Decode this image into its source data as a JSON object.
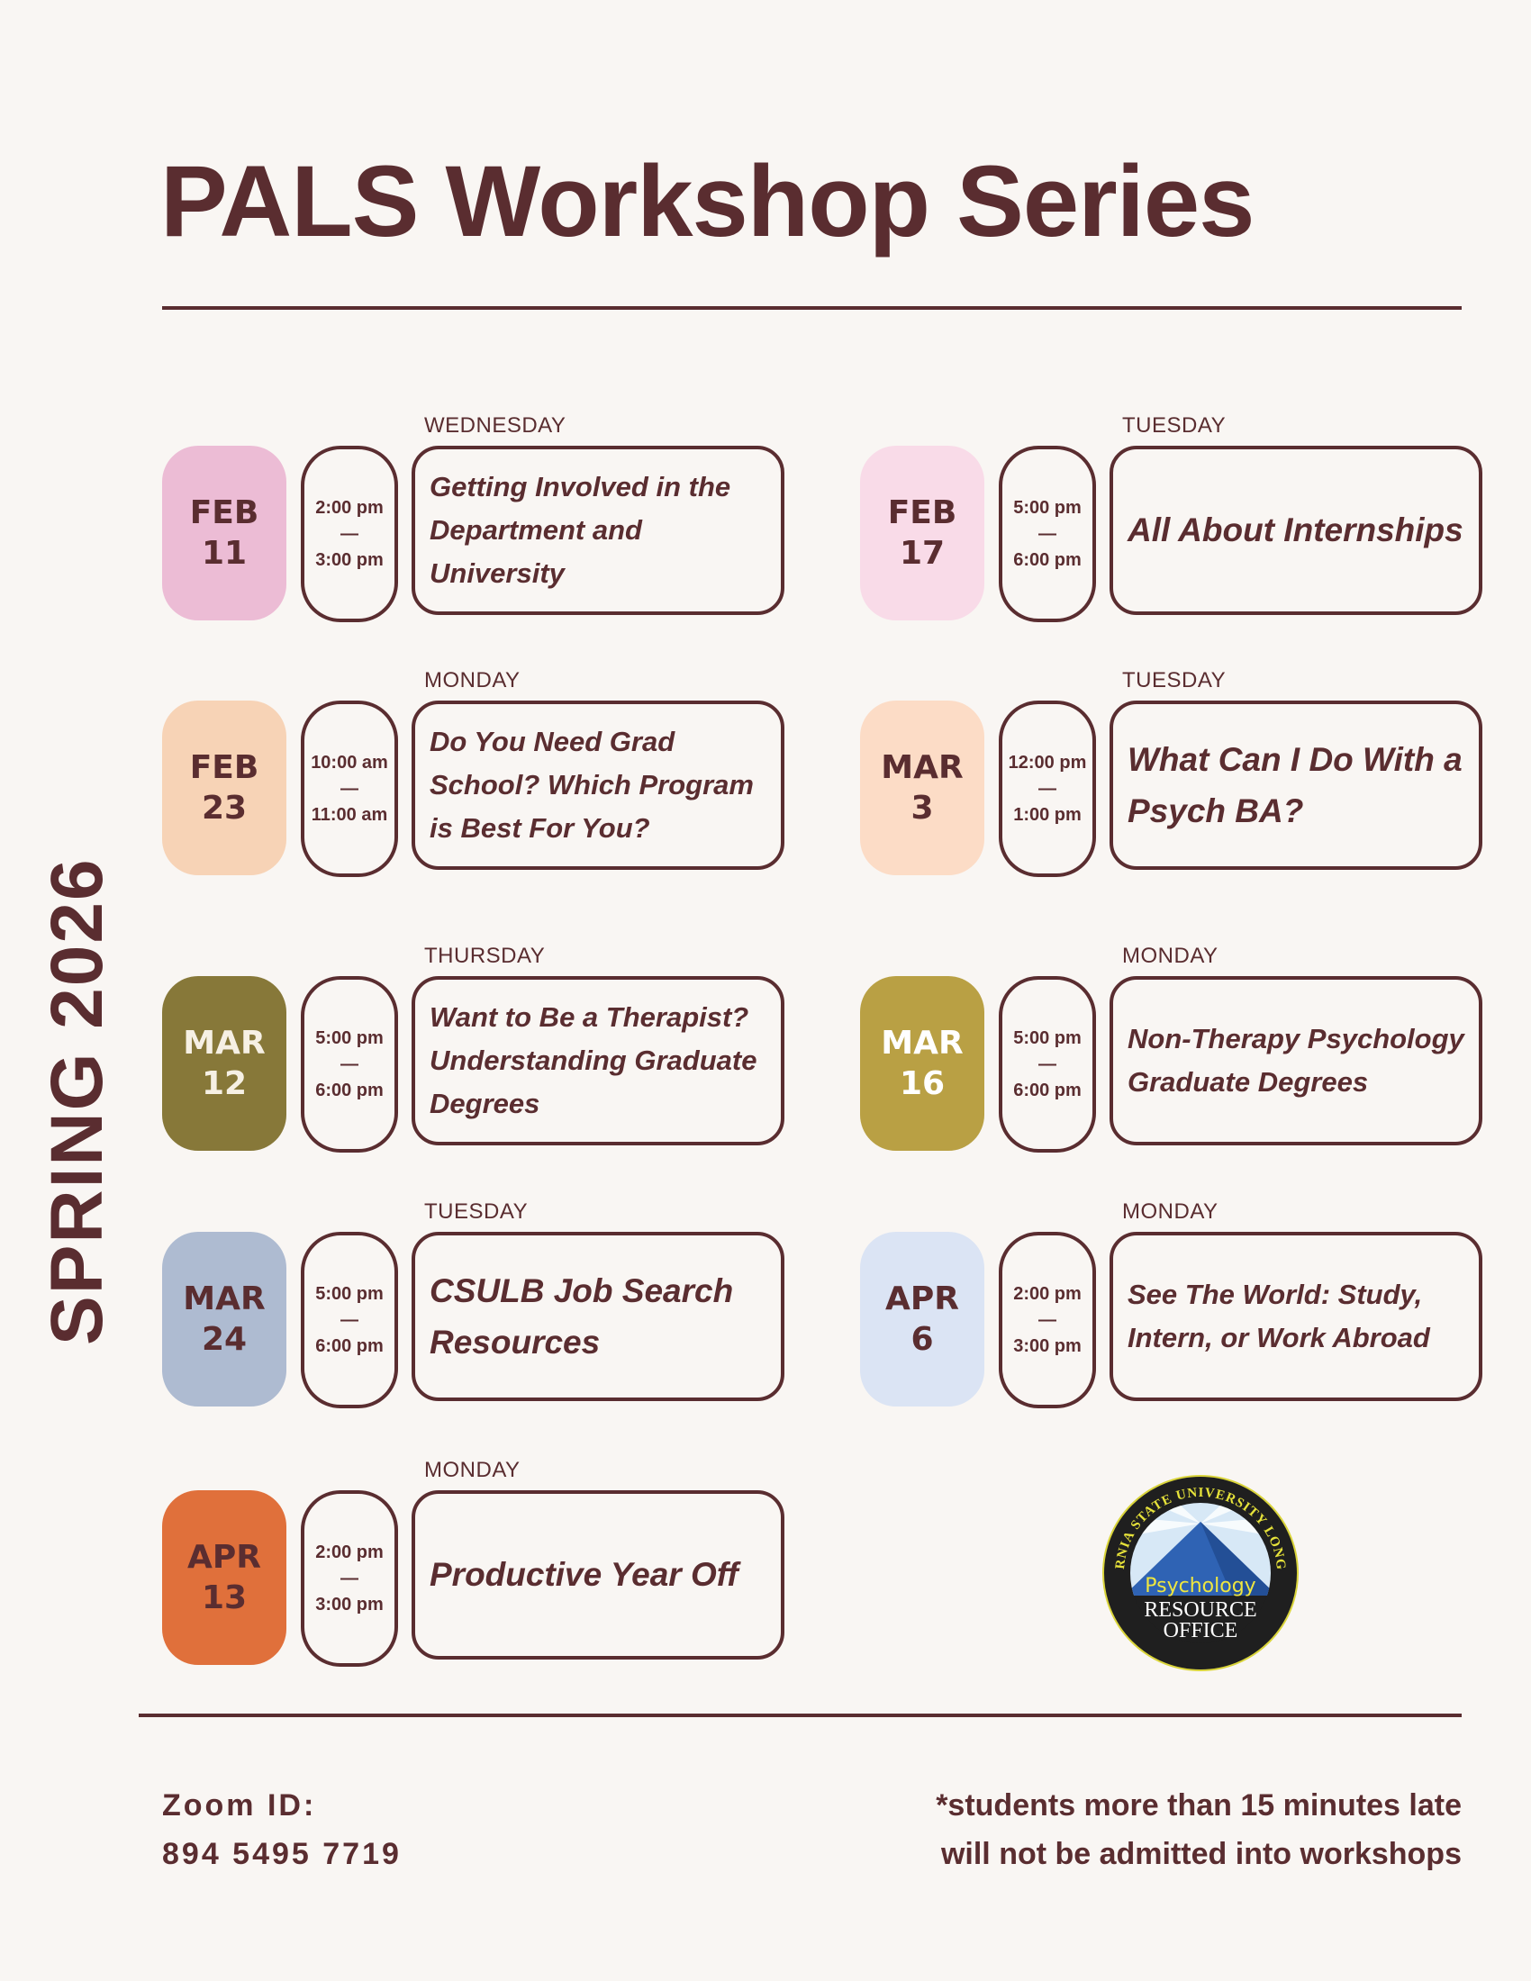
{
  "header": {
    "title": "PALS Workshop Series",
    "term": "SPRING 2026"
  },
  "events": [
    {
      "day": "WEDNESDAY",
      "month": "FEB",
      "date": "11",
      "start": "2:00 pm",
      "end": "3:00 pm",
      "title": "Getting Involved in the Department and University",
      "color": "#ecbcd5",
      "text_color": "#5a2d30"
    },
    {
      "day": "TUESDAY",
      "month": "FEB",
      "date": "17",
      "start": "5:00 pm",
      "end": "6:00 pm",
      "title": "All About Internships",
      "color": "#f9dbe8",
      "text_color": "#5a2d30"
    },
    {
      "day": "MONDAY",
      "month": "FEB",
      "date": "23",
      "start": "10:00 am",
      "end": "11:00 am",
      "title": "Do You Need Grad School? Which Program is Best For You?",
      "color": "#f7d3b6",
      "text_color": "#5a2d30"
    },
    {
      "day": "TUESDAY",
      "month": "MAR",
      "date": "3",
      "start": "12:00 pm",
      "end": "1:00 pm",
      "title": "What Can I Do With a Psych BA?",
      "color": "#fcdcc6",
      "text_color": "#5a2d30"
    },
    {
      "day": "THURSDAY",
      "month": "MAR",
      "date": "12",
      "start": "5:00 pm",
      "end": "6:00 pm",
      "title": "Want to Be a Therapist? Understanding Graduate Degrees",
      "color": "#877839",
      "text_color": "#f6f0e4"
    },
    {
      "day": "MONDAY",
      "month": "MAR",
      "date": "16",
      "start": "5:00 pm",
      "end": "6:00 pm",
      "title": "Non-Therapy Psychology Graduate Degrees",
      "color": "#b9a044",
      "text_color": "#ffffff"
    },
    {
      "day": "TUESDAY",
      "month": "MAR",
      "date": "24",
      "start": "5:00 pm",
      "end": "6:00 pm",
      "title": "CSULB Job Search Resources",
      "color": "#aebbd1",
      "text_color": "#5a2d30"
    },
    {
      "day": "MONDAY",
      "month": "APR",
      "date": "6",
      "start": "2:00 pm",
      "end": "3:00 pm",
      "title": "See The World: Study, Intern, or Work Abroad",
      "color": "#dbe4f4",
      "text_color": "#5a2d30"
    },
    {
      "day": "MONDAY",
      "month": "APR",
      "date": "13",
      "start": "2:00 pm",
      "end": "3:00 pm",
      "title": "Productive Year Off",
      "color": "#e0703b",
      "text_color": "#5a2d30"
    }
  ],
  "time_separator": "—",
  "footer": {
    "zoom_label": "Zoom ID:",
    "zoom_id": "894 5495 7719",
    "note_line1": "*students more than 15 minutes late",
    "note_line2": "will not be admitted into workshops"
  },
  "logo": {
    "ring_text": "CALIFORNIA STATE UNIVERSITY LONG BEACH",
    "word": "Psychology",
    "line1": "RESOURCE",
    "line2": "OFFICE"
  },
  "colors": {
    "text": "#5a2d30",
    "background": "#f9f6f3"
  }
}
